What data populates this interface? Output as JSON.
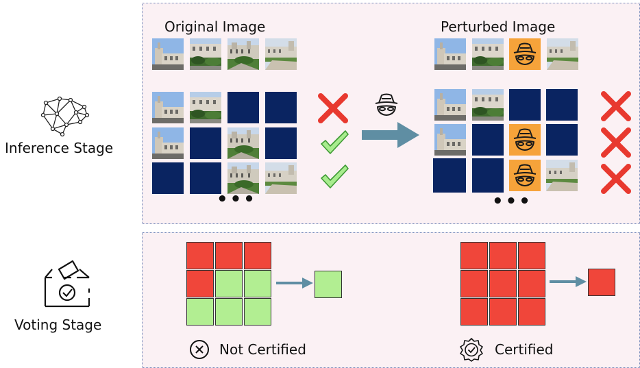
{
  "left": {
    "inference_label": "Inference Stage",
    "voting_label": "Voting Stage"
  },
  "inference": {
    "original_title": "Original Image",
    "perturbed_title": "Perturbed Image"
  },
  "voting": {
    "not_certified_label": "Not Certified",
    "certified_label": "Certified"
  },
  "colors": {
    "panel_bg": "#fbf1f4",
    "panel_border": "#6f86b8",
    "masked_tile": "#0a2461",
    "adversary": "#f6a33a",
    "wrong": "#e8392f",
    "correct": "#58b843",
    "arrow": "#5f8ea3",
    "vote_wrong": "#f0463a",
    "vote_correct": "#b2ee92"
  },
  "icons": [
    "network-icon",
    "ballot-box-icon",
    "hacker-icon",
    "cross-icon",
    "check-icon",
    "arrow-icon",
    "x-circle-icon",
    "badge-check-icon"
  ]
}
